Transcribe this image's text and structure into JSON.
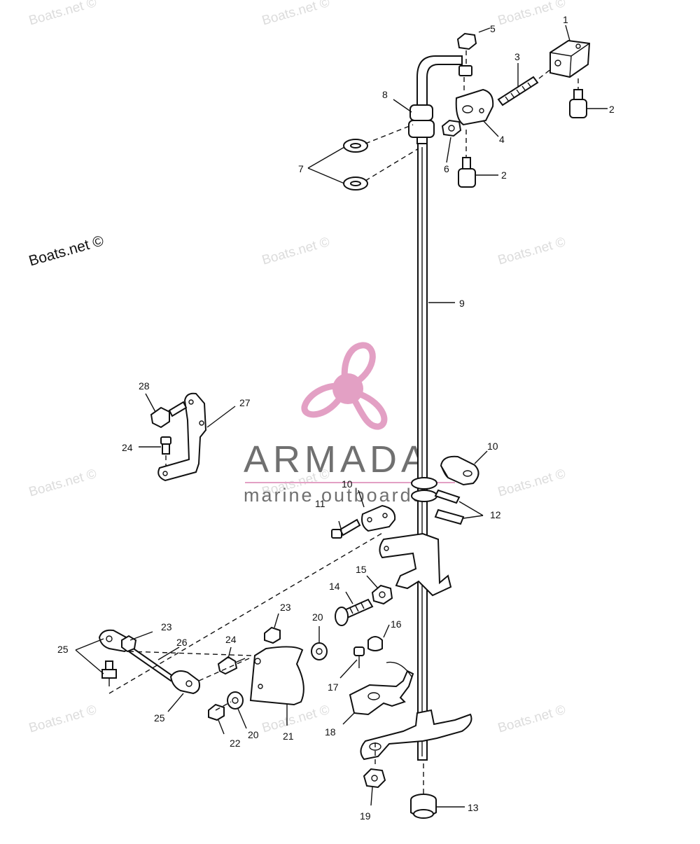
{
  "watermark": {
    "text": "Boats.net ©"
  },
  "logo": {
    "name": "ARMADA",
    "tagline": "marine outboards",
    "color": "#e3a0c4",
    "text_color": "#707070"
  },
  "callouts": {
    "c1": "1",
    "c2a": "2",
    "c2b": "2",
    "c3": "3",
    "c4": "4",
    "c5": "5",
    "c6": "6",
    "c7": "7",
    "c8": "8",
    "c9": "9",
    "c10a": "10",
    "c10b": "10",
    "c11": "11",
    "c12": "12",
    "c13": "13",
    "c14": "14",
    "c15": "15",
    "c16": "16",
    "c17": "17",
    "c18": "18",
    "c19": "19",
    "c20a": "20",
    "c20b": "20",
    "c21": "21",
    "c22": "22",
    "c23a": "23",
    "c23b": "23",
    "c24a": "24",
    "c24b": "24",
    "c25a": "25",
    "c25b": "25",
    "c26": "26",
    "c27": "27",
    "c28": "28"
  }
}
